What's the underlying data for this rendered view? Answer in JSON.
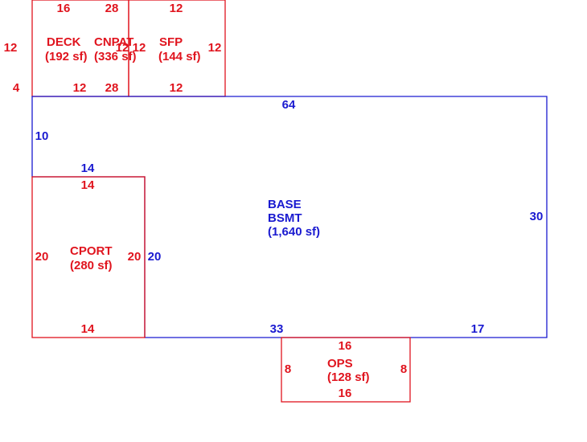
{
  "colors": {
    "addition": "#e0141e",
    "base": "#1a1ad0",
    "background": "#ffffff"
  },
  "areas": {
    "deck": {
      "name": "DECK",
      "area": "(192 sf)"
    },
    "cnpat": {
      "name": "CNPAT",
      "area": "(336 sf)"
    },
    "sfp": {
      "name": "SFP",
      "area": "(144 sf)"
    },
    "base": {
      "name1": "BASE",
      "name2": "BSMT",
      "area": "(1,640 sf)"
    },
    "cport": {
      "name": "CPORT",
      "area": "(280 sf)"
    },
    "ops": {
      "name": "OPS",
      "area": "(128 sf)"
    }
  },
  "dims": {
    "top_16": "16",
    "top_28": "28",
    "top_12": "12",
    "left_12": "12",
    "mid_12a": "12",
    "mid_12b": "12",
    "right_12": "12",
    "bot_4": "4",
    "bot_12a": "12",
    "bot_28": "28",
    "bot_12b": "12",
    "base_top_64": "64",
    "base_left_10": "10",
    "base_step_14": "14",
    "base_right_30": "30",
    "base_left_20": "20",
    "base_bot_33": "33",
    "base_bot_17": "17",
    "cport_top_14": "14",
    "cport_left_20": "20",
    "cport_right_20": "20",
    "cport_bot_14": "14",
    "ops_top_16": "16",
    "ops_left_8": "8",
    "ops_right_8": "8",
    "ops_bot_16": "16"
  }
}
